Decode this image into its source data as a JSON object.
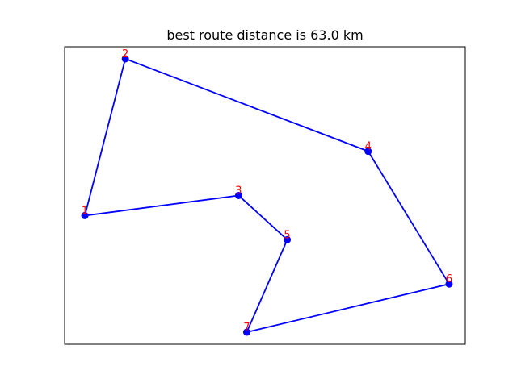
{
  "chart_data": {
    "type": "line",
    "title": "best route distance is 63.0 km",
    "xlabel": "",
    "ylabel": "",
    "xlim": [
      0.0,
      9.9
    ],
    "ylim": [
      0.0,
      7.4
    ],
    "axes_ticks": "hidden",
    "grid": false,
    "points": [
      {
        "label": "1",
        "x": 0.5,
        "y": 3.2
      },
      {
        "label": "2",
        "x": 1.5,
        "y": 7.1
      },
      {
        "label": "3",
        "x": 4.3,
        "y": 3.7
      },
      {
        "label": "4",
        "x": 7.5,
        "y": 4.8
      },
      {
        "label": "5",
        "x": 5.5,
        "y": 2.6
      },
      {
        "label": "6",
        "x": 9.5,
        "y": 1.5
      },
      {
        "label": "7",
        "x": 4.5,
        "y": 0.3
      }
    ],
    "route": [
      "1",
      "2",
      "4",
      "6",
      "7",
      "5",
      "3",
      "1"
    ],
    "colors": {
      "route": "#0000ff",
      "marker": "#0000ff",
      "label": "#ff0000",
      "frame": "#000000"
    }
  }
}
